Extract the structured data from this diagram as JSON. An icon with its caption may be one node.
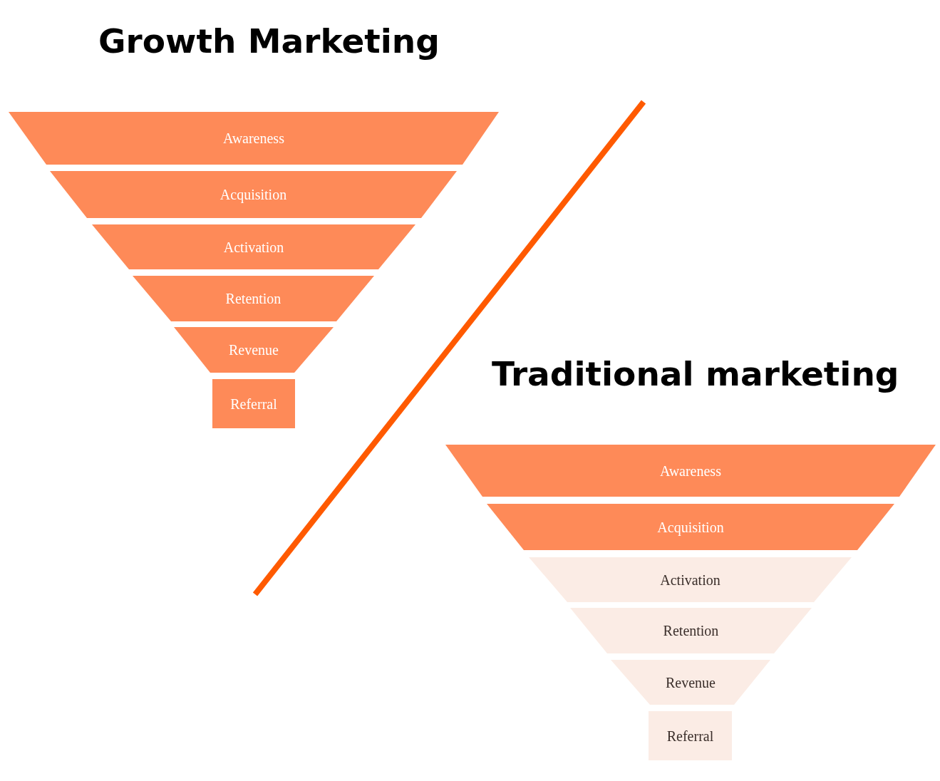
{
  "diagram": {
    "nodes": [
      {
        "text": [
          "Awareness"
        ]
      },
      {
        "text": [
          "Acquisition"
        ]
      },
      {
        "text": [
          "Activation"
        ]
      },
      {
        "text": [
          "Retention"
        ]
      },
      {
        "text": [
          "Revenue"
        ]
      },
      {
        "text": [
          "Referral"
        ]
      },
      {
        "text": [
          "Awareness"
        ]
      },
      {
        "text": [
          "Acquisition"
        ]
      },
      {
        "text": [
          "Activation"
        ]
      },
      {
        "text": [
          "Retention"
        ]
      },
      {
        "text": [
          "Revenue"
        ]
      },
      {
        "text": [
          "Referral"
        ]
      }
    ],
    "labels": [
      "Growth Marketing",
      "Traditional marketing"
    ]
  }
}
